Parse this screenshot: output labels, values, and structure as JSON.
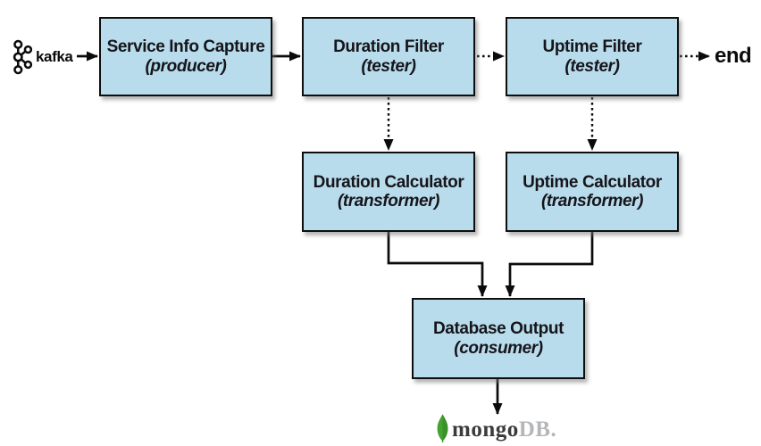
{
  "diagram_title": "kafka-streams-topology",
  "colors": {
    "node_fill": "#b9dcec",
    "node_border": "#0e0e0e",
    "text": "#15151a",
    "background": "#ffffff",
    "arrow": "#0b0b0b",
    "mongo_green": "#43a330",
    "mongo_text_dark": "#3b3b3b",
    "mongo_text_light": "#b4b7b9"
  },
  "nodes": {
    "service_info_capture": {
      "title": "Service Info Capture",
      "subtitle": "(producer)"
    },
    "duration_filter": {
      "title": "Duration Filter",
      "subtitle": "(tester)"
    },
    "uptime_filter": {
      "title": "Uptime Filter",
      "subtitle": "(tester)"
    },
    "duration_calculator": {
      "title": "Duration Calculator",
      "subtitle": "(transformer)"
    },
    "uptime_calculator": {
      "title": "Uptime Calculator",
      "subtitle": "(transformer)"
    },
    "database_output": {
      "title": "Database Output",
      "subtitle": "(consumer)"
    }
  },
  "labels": {
    "kafka": "kafka",
    "end": "end",
    "mongo": "mongo",
    "mongo_db": "DB",
    "mongo_dot": "."
  },
  "icons": {
    "kafka": "kafka-logo-icon",
    "mongodb": "mongodb-leaf-icon"
  },
  "edges": [
    {
      "from": "kafka",
      "to": "service_info_capture",
      "style": "solid"
    },
    {
      "from": "service_info_capture",
      "to": "duration_filter",
      "style": "solid"
    },
    {
      "from": "duration_filter",
      "to": "uptime_filter",
      "style": "dotted"
    },
    {
      "from": "uptime_filter",
      "to": "end",
      "style": "dotted"
    },
    {
      "from": "duration_filter",
      "to": "duration_calculator",
      "style": "dotted"
    },
    {
      "from": "uptime_filter",
      "to": "uptime_calculator",
      "style": "dotted"
    },
    {
      "from": "duration_calculator",
      "to": "database_output",
      "style": "solid"
    },
    {
      "from": "uptime_calculator",
      "to": "database_output",
      "style": "solid"
    },
    {
      "from": "database_output",
      "to": "mongodb",
      "style": "solid"
    }
  ]
}
